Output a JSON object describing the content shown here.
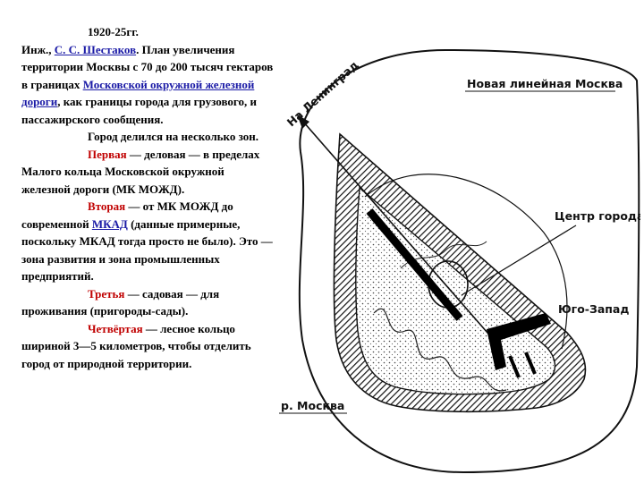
{
  "text": {
    "years": "1920-25гг.",
    "p1_prefix": "Инж., ",
    "author_link": "С. С. Шестаков",
    "p1_mid": ". План увеличения территории Москвы с 70 до 200 тысяч гектаров в границах ",
    "railway_link": "Московской окружной железной дороги",
    "p1_suffix": ", как границы города для грузового, и пассажирского сообщения.",
    "p2": "Город делился на несколько зон.",
    "z1_name": "Первая",
    "z1_text": " — деловая — в пределах Малого кольца Московской окружной железной дороги (МК МОЖД).",
    "z2_name": "Вторая",
    "z2_mid": " — от МК МОЖД до современной ",
    "mkad_link": "МКАД",
    "z2_suffix": " (данные примерные, поскольку МКАД тогда просто не было). Это — зона развития и зона промышленных предприятий.",
    "z3_name": "Третья",
    "z3_text": " — садовая — для проживания (пригороды-сады).",
    "z4_name": "Четвёртая",
    "z4_text": " — лесное кольцо шириной 3—5 километров, чтобы отделить город от природной территории."
  },
  "map": {
    "label_leningrad": "На Ленинград",
    "label_new_moscow": "Новая линейная Москва",
    "label_center": "Центр города",
    "label_southwest": "Юго-Запад",
    "label_river": "р. Москва"
  },
  "colors": {
    "text": "#000000",
    "link": "#1a1aa6",
    "zone_name": "#c00000",
    "map_ink": "#111111"
  }
}
